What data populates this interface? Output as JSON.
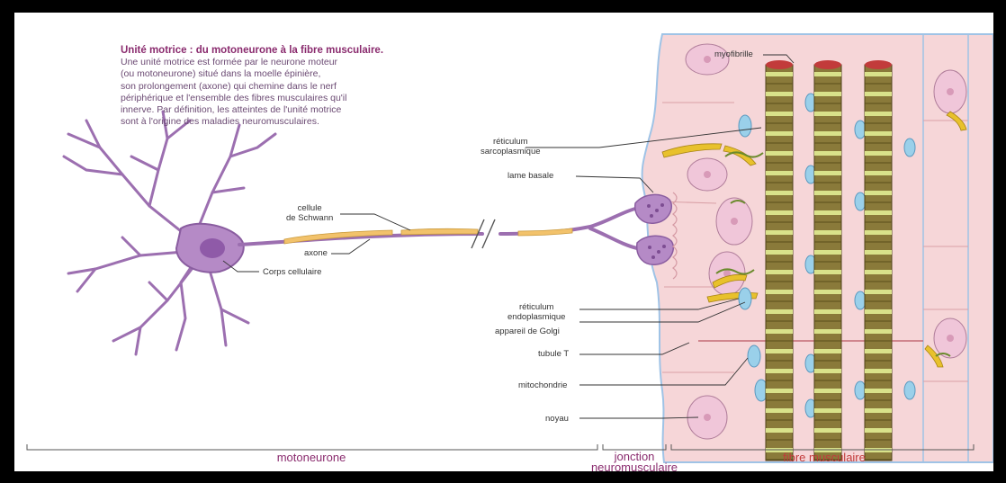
{
  "intro": {
    "title": "Unité motrice : du motoneurone à la fibre musculaire.",
    "body": "Une unité motrice est formée par le neurone moteur\n(ou motoneurone) situé dans la moelle épinière,\nson prolongement (axone) qui chemine dans le nerf\npériphérique et l'ensemble des  fibres musculaires qu'il\ninnerve. Par définition, les atteintes de l'unité motrice\nsont à l'origine des maladies neuromusculaires."
  },
  "labels": {
    "myofibrille": "myofibrille",
    "reticulum_sarco": "réticulum\nsarcoplasmique",
    "lame_basale": "lame basale",
    "cellule_schwann": "cellule\nde Schwann",
    "axone": "axone",
    "corps_cellulaire": "Corps cellulaire",
    "reticulum_endo": "réticulum\nendoplasmique",
    "golgi": "appareil de Golgi",
    "tubule_t": "tubule T",
    "mitochondrie": "mitochondrie",
    "noyau": "noyau"
  },
  "sections": {
    "motoneurone": "motoneurone",
    "jonction": "jonction\nneuromusculaire",
    "fibre": "fibre musculaire"
  },
  "colors": {
    "neuron": "#9c6fb0",
    "schwann": "#f2c26b",
    "muscle": "#f6d6d8",
    "membrane": "#9fc3e6",
    "nucleus": "#e9b9cf",
    "golgi": "#e8c12c",
    "mito": "#9ad0ea",
    "myofibril": "#7a6a2e",
    "accent": "#8a2b6e"
  }
}
